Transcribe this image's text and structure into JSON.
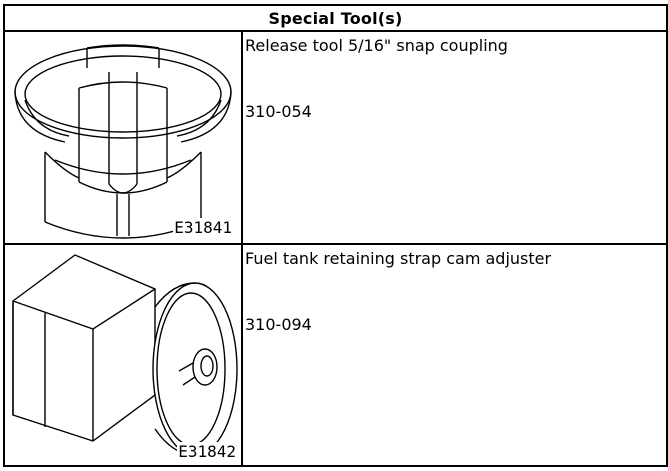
{
  "table": {
    "header": "Special Tool(s)",
    "rows": [
      {
        "image_code": "E31841",
        "name": "Release tool 5/16\" snap coupling",
        "number": "310-054"
      },
      {
        "image_code": "E31842",
        "name": "Fuel tank retaining strap cam adjuster",
        "number": "310-094"
      }
    ]
  }
}
